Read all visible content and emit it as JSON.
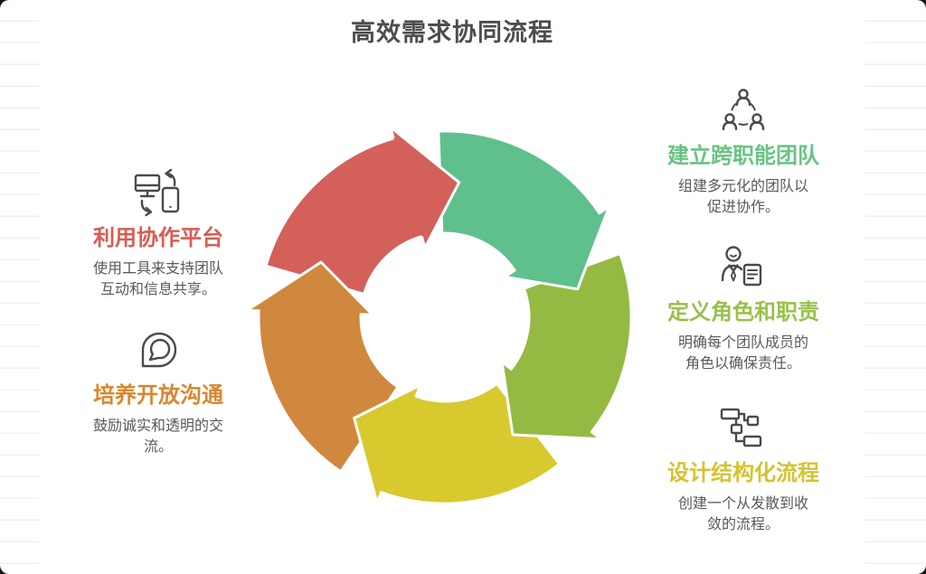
{
  "title": "高效需求协同流程",
  "background": {
    "page_corner_color": "#161616",
    "ruled_line_color": "#f0f0f0",
    "card_color": "#ffffff",
    "title_color": "#4d4d4d",
    "body_text_color": "#595959",
    "icon_stroke_color": "#4a4a4a"
  },
  "cycle": {
    "stroke": "#ffffff",
    "segments": [
      {
        "name": "red",
        "color": "#d4605a"
      },
      {
        "name": "orange",
        "color": "#d0883e"
      },
      {
        "name": "yellow",
        "color": "#d8c92f"
      },
      {
        "name": "olive",
        "color": "#94ba44"
      },
      {
        "name": "green",
        "color": "#5fc08e"
      }
    ]
  },
  "sections": {
    "right": [
      {
        "id": "team",
        "icon": "team-icon",
        "heading": "建立跨职能团队",
        "heading_color": "#68c383",
        "body": "组建多元化的团队以促进协作。"
      },
      {
        "id": "roles",
        "icon": "person-document-icon",
        "heading": "定义角色和职责",
        "heading_color": "#97c14c",
        "body": "明确每个团队成员的角色以确保责任。"
      },
      {
        "id": "process",
        "icon": "flowchart-icon",
        "heading": "设计结构化流程",
        "heading_color": "#d5c32e",
        "body": "创建一个从发散到收敛的流程。"
      }
    ],
    "left": [
      {
        "id": "platform",
        "icon": "devices-sync-icon",
        "heading": "利用协作平台",
        "heading_color": "#d95c52",
        "body": "使用工具来支持团队互动和信息共享。"
      },
      {
        "id": "communication",
        "icon": "chat-bubble-icon",
        "heading": "培养开放沟通",
        "heading_color": "#d8872f",
        "body": "鼓励诚实和透明的交流。"
      }
    ]
  }
}
